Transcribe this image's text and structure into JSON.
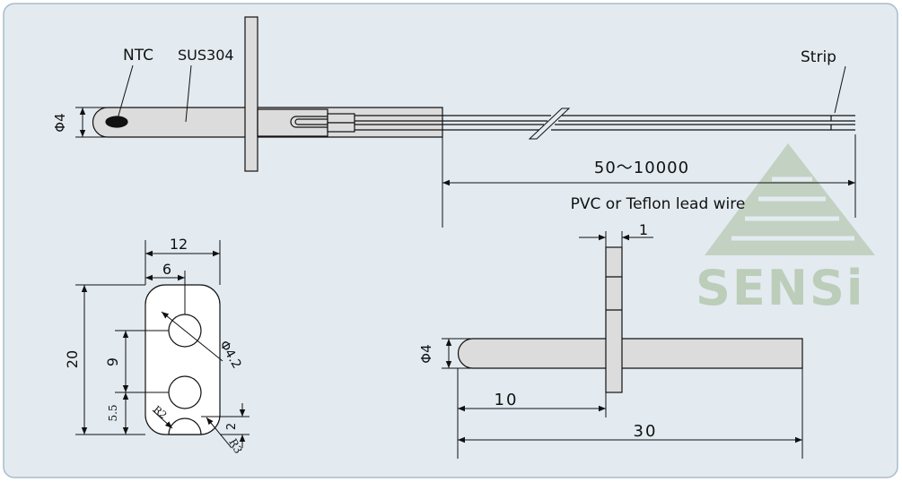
{
  "colors": {
    "panel_bg": "#e3ebf1",
    "panel_border": "#a9bccb",
    "part_fill": "#dcdcdc",
    "line": "#111111",
    "watermark": "#bccdb9"
  },
  "labels": {
    "ntc": "NTC",
    "material": "SUS304",
    "strip": "Strip",
    "phi4_main": "Φ4",
    "length_range": "50～10000",
    "lead_wire": "PVC or Teflon lead wire",
    "width_12": "12",
    "offset_6": "6",
    "height_20": "20",
    "pitch_9": "9",
    "dim_5_5": "5.5",
    "hole_dia": "Φ4.2",
    "r2": "R2",
    "r3": "R3",
    "dim_2": "2",
    "thickness_1": "1",
    "phi4_side": "Φ4",
    "len_10": "10",
    "len_30": "30"
  },
  "watermark": {
    "text": "SENSi",
    "icon": "triangle-logo-icon"
  }
}
